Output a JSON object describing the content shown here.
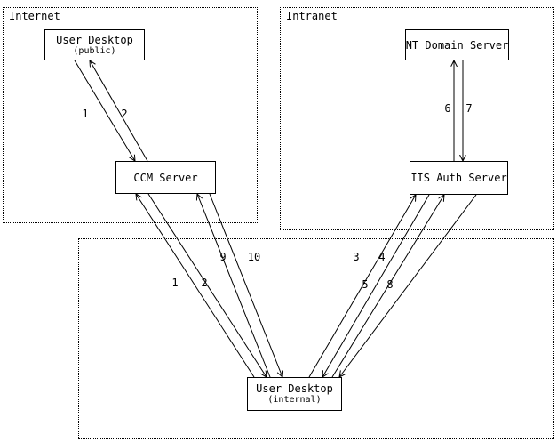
{
  "diagram": {
    "zones": {
      "internet": {
        "label": "Internet"
      },
      "intranet": {
        "label": "Intranet"
      }
    },
    "nodes": [
      {
        "id": "user-desktop-public",
        "title": "User Desktop",
        "subtitle": "(public)"
      },
      {
        "id": "ccm-server",
        "title": "CCM Server",
        "subtitle": ""
      },
      {
        "id": "nt-domain-server",
        "title": "NT Domain Server",
        "subtitle": ""
      },
      {
        "id": "iis-auth-server",
        "title": "IIS Auth Server",
        "subtitle": ""
      },
      {
        "id": "user-desktop-internal",
        "title": "User Desktop",
        "subtitle": "(internal)"
      }
    ],
    "edges": [
      {
        "label": "1",
        "from": "User Desktop (public)",
        "to": "CCM Server"
      },
      {
        "label": "2",
        "from": "CCM Server",
        "to": "User Desktop (public)"
      },
      {
        "label": "1",
        "from": "User Desktop (internal)",
        "to": "CCM Server"
      },
      {
        "label": "2",
        "from": "CCM Server",
        "to": "User Desktop (internal)"
      },
      {
        "label": "3",
        "from": "User Desktop (internal)",
        "to": "IIS Auth Server"
      },
      {
        "label": "4",
        "from": "IIS Auth Server",
        "to": "User Desktop (internal)"
      },
      {
        "label": "5",
        "from": "User Desktop (internal)",
        "to": "IIS Auth Server"
      },
      {
        "label": "6",
        "from": "IIS Auth Server",
        "to": "NT Domain Server"
      },
      {
        "label": "7",
        "from": "NT Domain Server",
        "to": "IIS Auth Server"
      },
      {
        "label": "8",
        "from": "IIS Auth Server",
        "to": "User Desktop (internal)"
      },
      {
        "label": "9",
        "from": "User Desktop (internal)",
        "to": "CCM Server"
      },
      {
        "label": "10",
        "from": "CCM Server",
        "to": "User Desktop (internal)"
      }
    ],
    "colors": {
      "line": "#000000",
      "background": "#ffffff"
    }
  }
}
